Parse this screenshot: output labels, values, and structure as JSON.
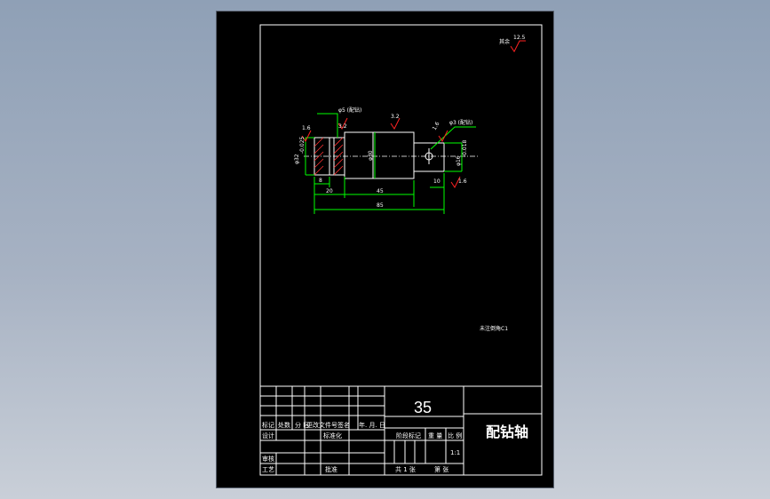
{
  "drawing": {
    "material": "35",
    "part_name": "配钻轴",
    "roughness_note": {
      "prefix": "其余",
      "value": "12.5"
    },
    "tech_note": "未注倒角C1",
    "dimensions": {
      "d_left": "φ32",
      "d_left_tol": "-0.025",
      "d_mid": "φ30",
      "d_right": "φ16",
      "d_right_tol": "-0.018",
      "hole_left": "φ5 (配钻)",
      "hole_right": "φ3 (配钻)",
      "len_8": "8",
      "len_20": "20",
      "len_45": "45",
      "len_10": "10",
      "len_85": "85",
      "ra_16": "1.6",
      "ra_32": "3.2"
    },
    "title_block": {
      "headers": {
        "mark": "标记",
        "count": "处数",
        "zone": "分 区",
        "doc_no": "更改文件号",
        "sign": "签名",
        "date": "年. 月. 日",
        "design": "设计",
        "standard": "标准化",
        "stage": "阶段标记",
        "weight": "重 量",
        "scale": "比 例",
        "review": "审核",
        "process": "工艺",
        "approve": "批准",
        "sheets": "共 1 张",
        "sheet_no": "第 张"
      },
      "scale_value": "1:1"
    }
  }
}
